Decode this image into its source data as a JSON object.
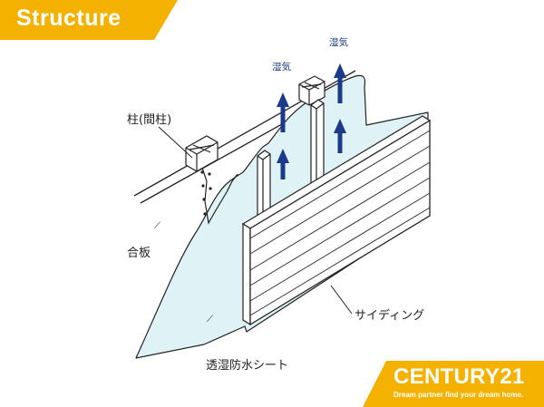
{
  "header": {
    "title": "Structure",
    "accent_color": "#f5b100"
  },
  "diagram": {
    "label_stud": "柱(間柱)",
    "label_plywood": "合板",
    "label_membrane": "透湿防水シート",
    "label_siding": "サイディング",
    "label_vapor_left": "湿気",
    "label_vapor_right": "湿気",
    "membrane_color": "#dff3f7",
    "arrow_color": "#1c3a8c"
  },
  "logo": {
    "brand": "CENTURY21",
    "tagline": "Dream partner find your dream home.",
    "color": "#f5b100"
  }
}
